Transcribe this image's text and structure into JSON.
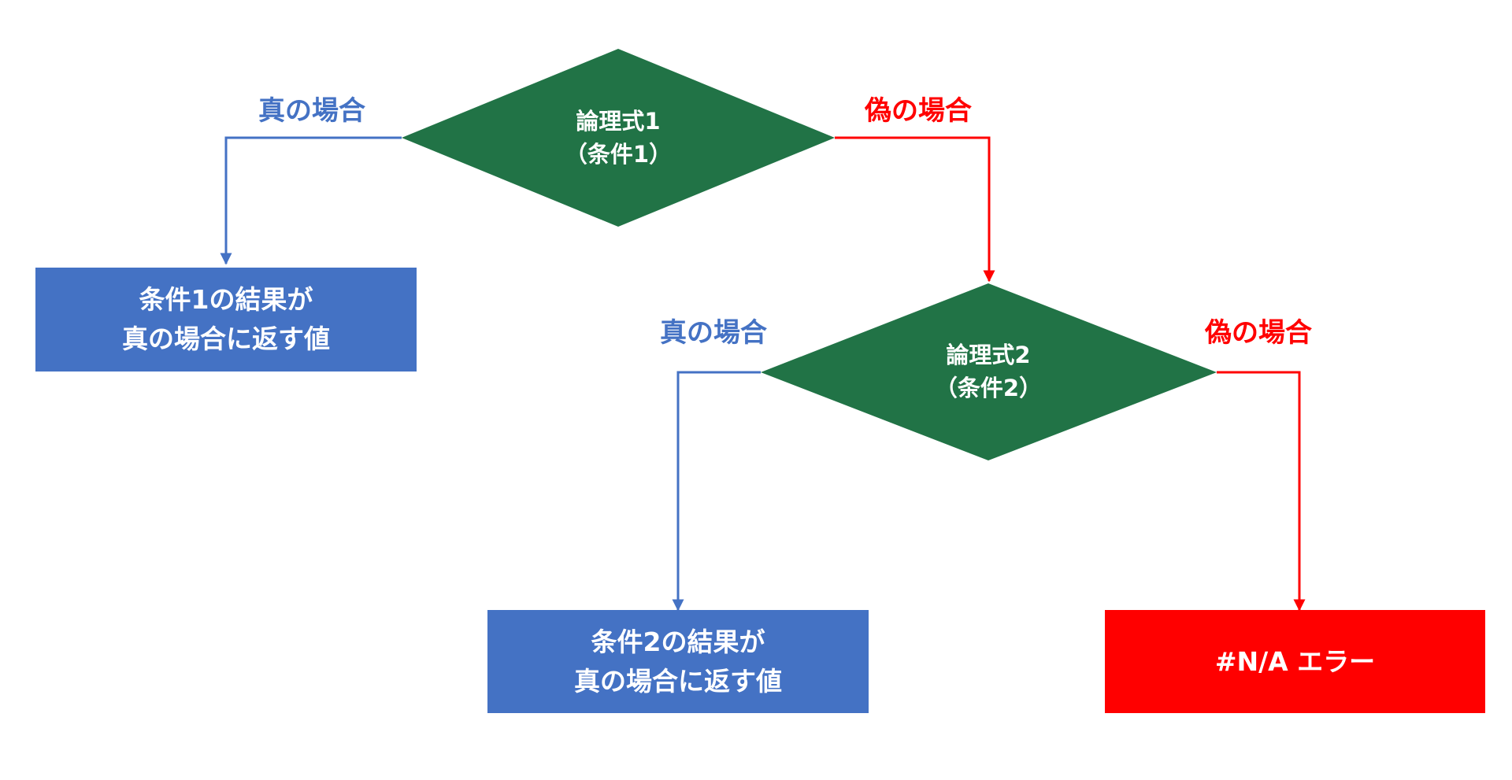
{
  "colors": {
    "decision_fill": "#217346",
    "true_branch": "#4472c4",
    "false_branch": "#ff0000",
    "result_box": "#4472c4",
    "error_box": "#ff0000"
  },
  "decision1": {
    "line1": "論理式1",
    "line2": "（条件1）"
  },
  "decision2": {
    "line1": "論理式2",
    "line2": "（条件2）"
  },
  "branch1": {
    "true_label": "真の場合",
    "false_label": "偽の場合"
  },
  "branch2": {
    "true_label": "真の場合",
    "false_label": "偽の場合"
  },
  "result1": {
    "line1": "条件1の結果が",
    "line2": "真の場合に返す値"
  },
  "result2": {
    "line1": "条件2の結果が",
    "line2": "真の場合に返す値"
  },
  "error_box": {
    "label": "#N/A エラー"
  }
}
